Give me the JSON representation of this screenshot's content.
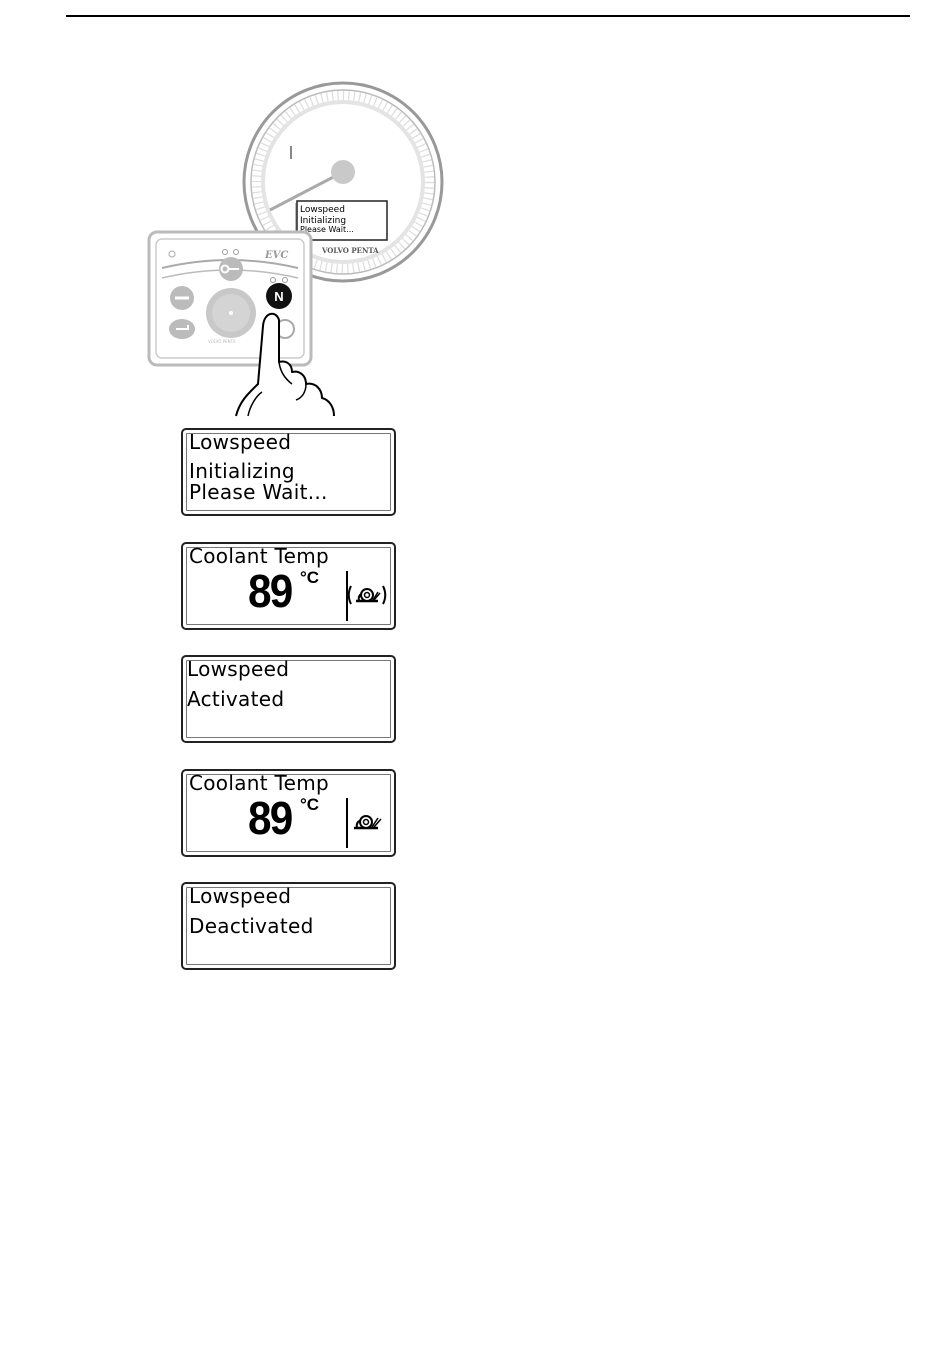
{
  "gauge": {
    "screen_line1": "Lowspeed",
    "screen_line2": "Initializing",
    "screen_line3": "Please Wait...",
    "brand": "VOLVO PENTA"
  },
  "control_panel": {
    "label": "EVC",
    "n_button_label": "N",
    "brand": "VOLVO PENTA"
  },
  "displays": [
    {
      "line1": "Lowspeed",
      "line2": "Initializing",
      "line3": "Please Wait..."
    },
    {
      "title": "Coolant Temp",
      "value": "89",
      "unit": "°C",
      "icon": "snail-icon-blinking"
    },
    {
      "line1": "Lowspeed",
      "line2": "Activated"
    },
    {
      "title": "Coolant Temp",
      "value": "89",
      "unit": "°C",
      "icon": "snail-icon"
    },
    {
      "line1": "Lowspeed",
      "line2": "Deactivated"
    }
  ]
}
